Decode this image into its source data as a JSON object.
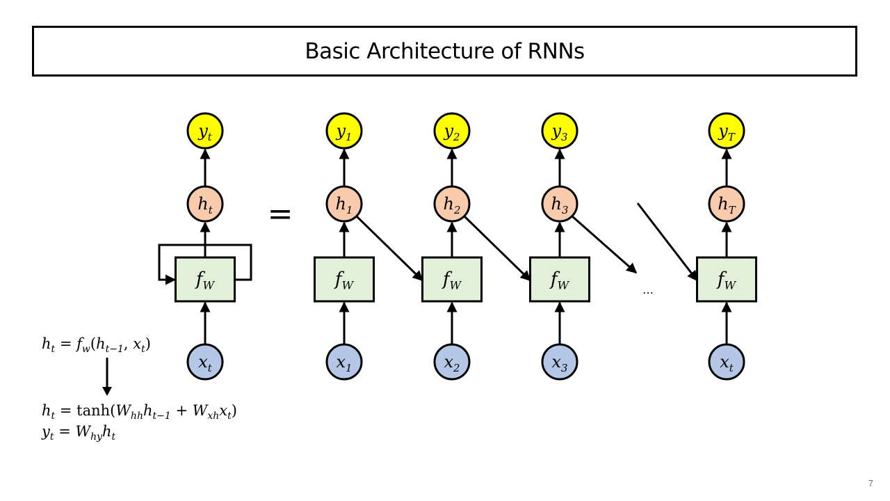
{
  "slide": {
    "title": "Basic Architecture of RNNs",
    "page_number": "7"
  },
  "colors": {
    "output_node": "#ffff00",
    "hidden_node": "#f8cbad",
    "input_node": "#b4c7e7",
    "function_box": "#e2f0d9",
    "stroke": "#000000"
  },
  "folded": {
    "output": {
      "base": "y",
      "sub": "t"
    },
    "hidden": {
      "base": "h",
      "sub": "t"
    },
    "function": {
      "base": "f",
      "sub": "W"
    },
    "input": {
      "base": "x",
      "sub": "t"
    }
  },
  "equals_sign": "=",
  "unrolled": [
    {
      "output": {
        "base": "y",
        "sub": "1"
      },
      "hidden": {
        "base": "h",
        "sub": "1"
      },
      "function": {
        "base": "f",
        "sub": "W"
      },
      "input": {
        "base": "x",
        "sub": "1"
      }
    },
    {
      "output": {
        "base": "y",
        "sub": "2"
      },
      "hidden": {
        "base": "h",
        "sub": "2"
      },
      "function": {
        "base": "f",
        "sub": "W"
      },
      "input": {
        "base": "x",
        "sub": "2"
      }
    },
    {
      "output": {
        "base": "y",
        "sub": "3"
      },
      "hidden": {
        "base": "h",
        "sub": "3"
      },
      "function": {
        "base": "f",
        "sub": "W"
      },
      "input": {
        "base": "x",
        "sub": "3"
      }
    },
    {
      "output": {
        "base": "y",
        "sub": "T"
      },
      "hidden": {
        "base": "h",
        "sub": "T"
      },
      "function": {
        "base": "f",
        "sub": "W"
      },
      "input": {
        "base": "x",
        "sub": "t"
      }
    }
  ],
  "ellipsis": "…",
  "equations": {
    "recurrence": {
      "lhs": "h",
      "lhs_sub": "t",
      "eq": " = ",
      "fn": "f",
      "fn_sub": "w",
      "open": "(",
      "a": "h",
      "a_sub": "t−1",
      "comma": ", ",
      "b": "x",
      "b_sub": "t",
      "close": ")"
    },
    "hidden_update": {
      "lhs": "h",
      "lhs_sub": "t",
      "eq": " = ",
      "fn": "tanh(",
      "w1": "W",
      "w1_sub": "hh",
      "v1": "h",
      "v1_sub": "t−1",
      "plus": " + ",
      "w2": "W",
      "w2_sub": "xh",
      "v2": "x",
      "v2_sub": "t",
      "close": ")"
    },
    "output": {
      "lhs": "y",
      "lhs_sub": "t",
      "eq": " = ",
      "w": "W",
      "w_sub": "hy",
      "v": "h",
      "v_sub": "t"
    }
  }
}
